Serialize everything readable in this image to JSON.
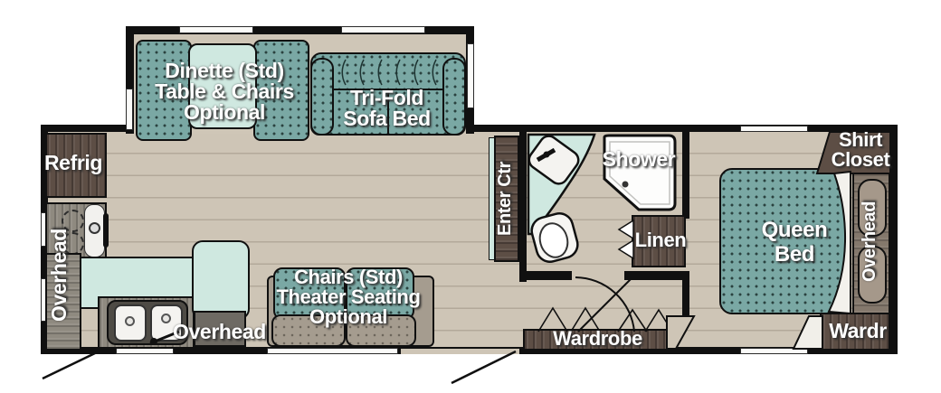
{
  "floorplan": {
    "type": "RV travel trailer floor plan",
    "labels": {
      "dinette": [
        "Dinette (Std)",
        "Table & Chairs",
        "Optional"
      ],
      "trifold": [
        "Tri-Fold",
        "Sofa Bed"
      ],
      "refrig": "Refrig",
      "overhead_left": "Overhead",
      "overhead_bottom": "Overhead",
      "chairs": [
        "Chairs (Std)",
        "Theater Seating",
        "Optional"
      ],
      "enter_ctr": "Enter Ctr",
      "shower": "Shower",
      "linen": "Linen",
      "wardrobe": "Wardrobe",
      "queen_bed": [
        "Queen",
        "Bed"
      ],
      "shirt_closet": [
        "Shirt",
        "Closet"
      ],
      "overhead_bed": "Overhead",
      "wardr": "Wardr"
    },
    "colors": {
      "wall": "#101010",
      "floor_beige": "#cec5b6",
      "plank_line": "#b3a99a",
      "cushion_teal": "#7aa8a4",
      "cushion_dot": "#2a423f",
      "mint_counter": "#cfe8e0",
      "wood_dark_brown": "#5d4e45",
      "wood_gray": "#8f8a80",
      "headboard_taupe": "#84786c",
      "seat_gray": "#a59c8f",
      "fixture_white": "#f6f5f2",
      "label_text": "#ffffff"
    }
  }
}
